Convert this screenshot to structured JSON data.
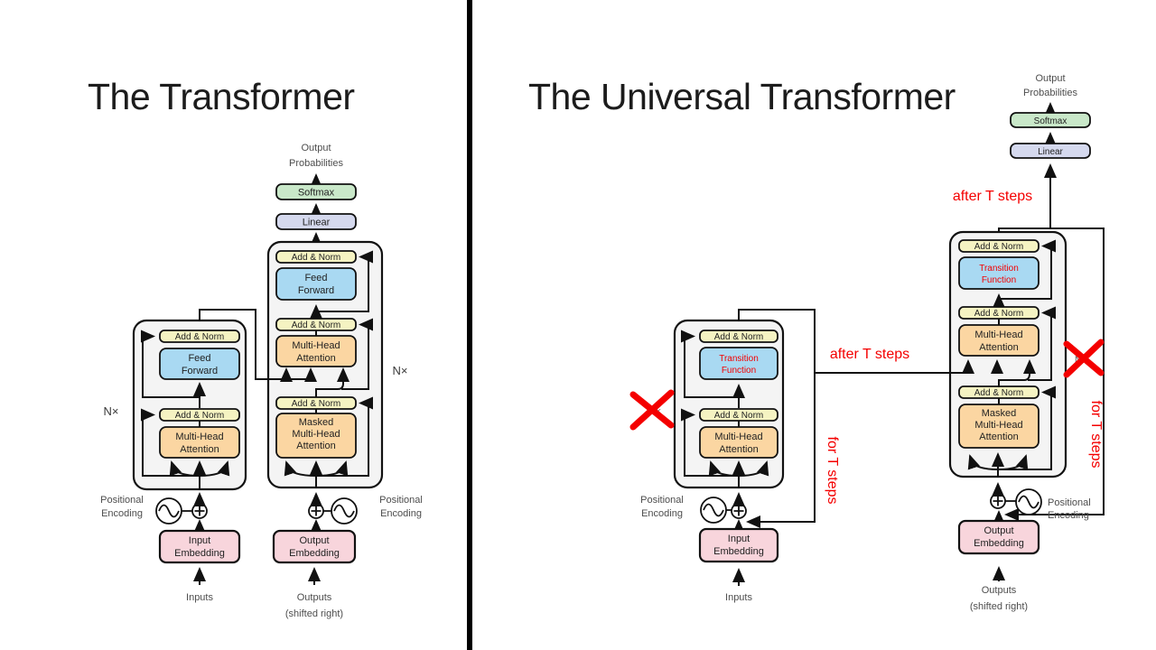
{
  "slide": {
    "left_panel_title": "The Transformer",
    "right_panel_title": "The Universal Transformer"
  },
  "colors": {
    "add_norm_fill": "#f5f3c2",
    "feed_forward_fill": "#a9d9f2",
    "attention_fill": "#fbd6a2",
    "softmax_fill": "#c9e8c9",
    "linear_fill": "#d5d9ee",
    "embedding_fill": "#f8d5dc",
    "block_fill": "#f4f4f4",
    "annotation_red": "#f40000"
  },
  "shared": {
    "add_norm": "Add & Norm",
    "softmax": "Softmax",
    "linear": "Linear",
    "nx": "N×",
    "output_probabilities": [
      "Output",
      "Probabilities"
    ],
    "positional": "Positional",
    "encoding": "Encoding",
    "feed_forward": [
      "Feed",
      "Forward"
    ],
    "multi_head_attention": [
      "Multi-Head",
      "Attention"
    ],
    "masked_multi_head_attention": [
      "Masked",
      "Multi-Head",
      "Attention"
    ],
    "transition_function": [
      "Transition",
      "Function"
    ],
    "input_embedding": [
      "Input",
      "Embedding"
    ],
    "output_embedding": [
      "Output",
      "Embedding"
    ],
    "inputs": "Inputs",
    "outputs": [
      "Outputs",
      "(shifted right)"
    ]
  },
  "right": {
    "after_t_steps": "after T steps",
    "for_t_steps": "for T steps"
  }
}
